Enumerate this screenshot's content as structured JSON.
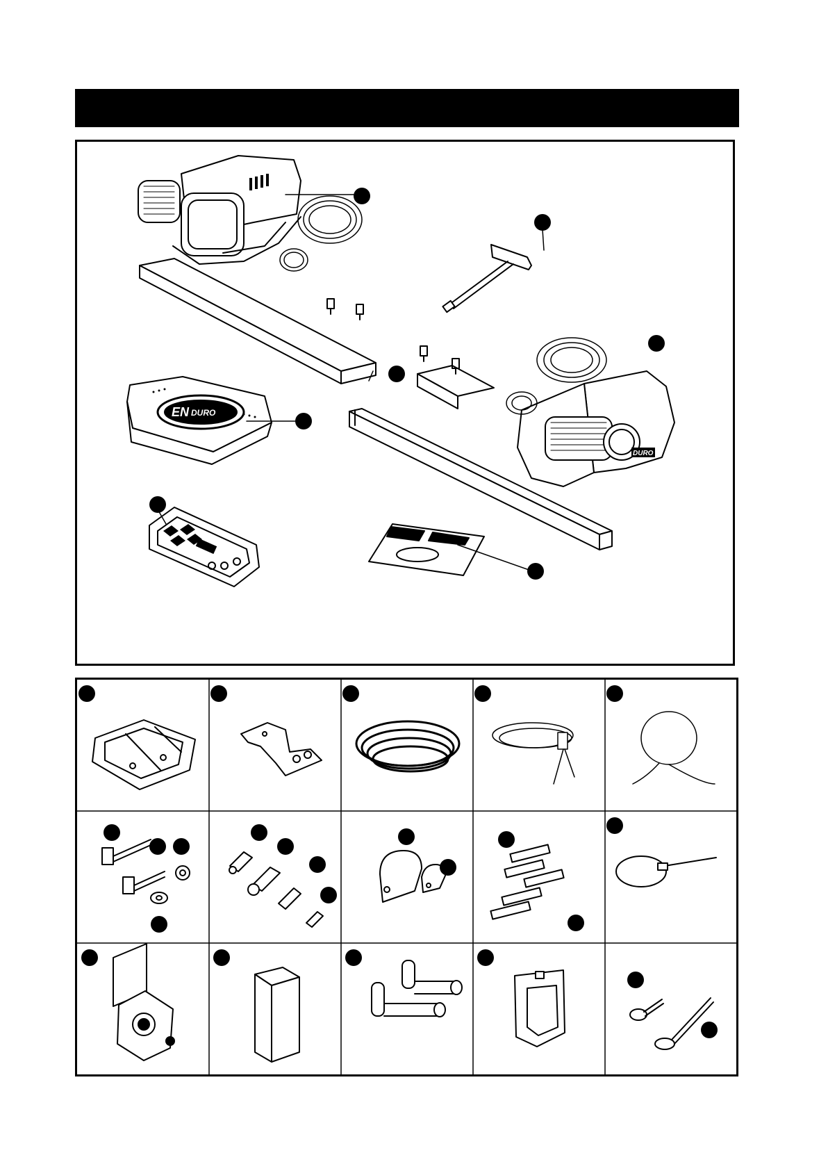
{
  "brand": {
    "logo_en": "EN",
    "logo_duro": "DURO",
    "wordmark": "ENDURO"
  },
  "main_callouts": 7,
  "grid": {
    "rows": 3,
    "cols": 5
  }
}
